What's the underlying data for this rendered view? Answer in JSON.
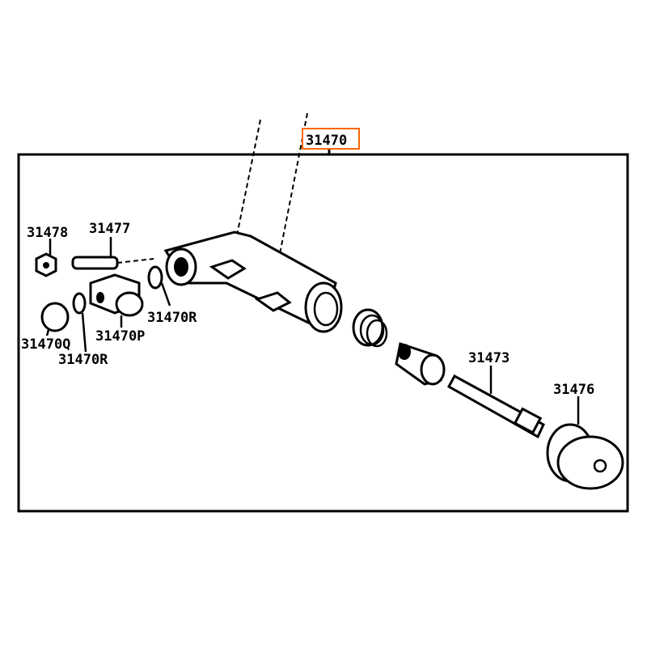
{
  "diagram": {
    "assembly_label": "31470",
    "highlight_color": "#ff6600",
    "parts": {
      "p31478_left": "31478",
      "p31477": "31477",
      "p31470R_upper": "31470R",
      "p31470P": "31470P",
      "p31470Q": "31470Q",
      "p31470R_lower": "31470R",
      "p31473": "31473",
      "p31476": "31476"
    }
  }
}
